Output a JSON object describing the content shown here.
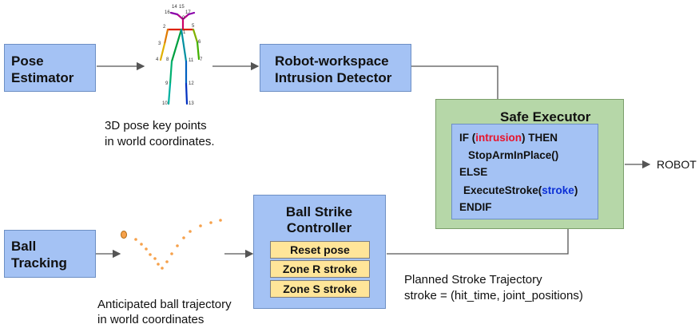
{
  "pose_estimator": {
    "line1": "Pose",
    "line2": "Estimator"
  },
  "skeleton": {
    "joint_labels": [
      "14",
      "15",
      "16",
      "17",
      "0",
      "2",
      "1",
      "5",
      "3",
      "6",
      "4",
      "8",
      "11",
      "7",
      "9",
      "12",
      "10",
      "13"
    ]
  },
  "pose_caption": {
    "line1": "3D pose key points",
    "line2": "in world coordinates."
  },
  "intrusion_detector": {
    "line1": "Robot-workspace",
    "line2": "Intrusion Detector"
  },
  "safe_executor": {
    "title": "Safe Executor",
    "code": {
      "if_kw": "IF (",
      "intrusion": "intrusion",
      "then_kw": ") THEN",
      "stop": "StopArmInPlace()",
      "else_kw": "ELSE",
      "execute": "ExecuteStroke(",
      "stroke": "stroke",
      "close": ")",
      "endif": "ENDIF"
    }
  },
  "robot_label": "ROBOT",
  "ball_tracking": {
    "line1": "Ball",
    "line2": "Tracking"
  },
  "ball_caption": {
    "line1": "Anticipated ball trajectory",
    "line2": "in world coordinates"
  },
  "controller": {
    "title1": "Ball Strike",
    "title2": "Controller",
    "options": [
      "Reset pose",
      "Zone R stroke",
      "Zone S stroke"
    ]
  },
  "stroke_caption": {
    "line1": "Planned Stroke Trajectory",
    "line2": "stroke = (hit_time, joint_positions)"
  },
  "colors": {
    "box_blue": "#a4c2f4",
    "executor_green": "#b6d7a8",
    "option_yellow": "#ffe599",
    "ball_orange": "#f6a14b"
  }
}
